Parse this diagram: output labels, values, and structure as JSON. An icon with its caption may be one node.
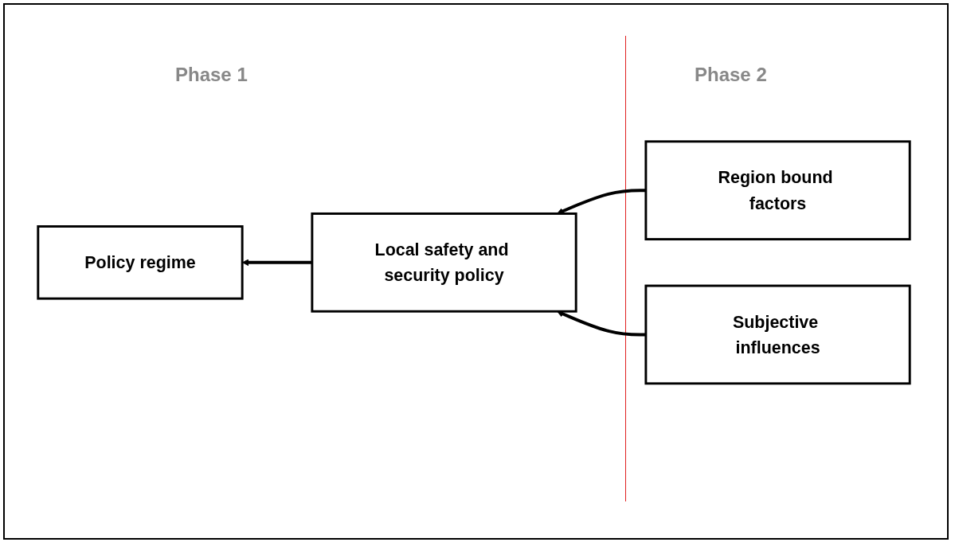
{
  "diagram": {
    "nodes": [
      {
        "text": [
          "Policy regime"
        ]
      },
      {
        "text": [
          "Local safety and security policy"
        ]
      },
      {
        "text": [
          "Region bound factors"
        ]
      },
      {
        "text": [
          "Subjective influences"
        ]
      }
    ],
    "edges": [
      {
        "from": 1,
        "to": 0,
        "arrow": "to"
      },
      {
        "from": 2,
        "to": 1,
        "arrow": "to"
      },
      {
        "from": 3,
        "to": 1,
        "arrow": "to"
      }
    ],
    "labels": [
      "Phase 1",
      "Phase 2"
    ]
  }
}
